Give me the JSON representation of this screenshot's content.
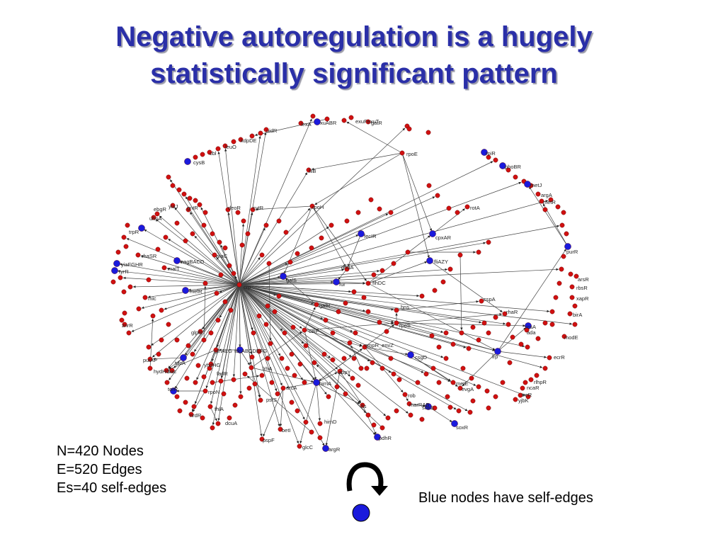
{
  "title": {
    "line1": "Negative autoregulation is a hugely",
    "line2": "statistically significant pattern"
  },
  "stats": {
    "nodes": "N=420 Nodes",
    "edges": "E=520 Edges",
    "self_edges": "Es=40 self-edges"
  },
  "legend": {
    "text": "Blue nodes have self-edges"
  },
  "colors": {
    "title": "#2a2fa8",
    "regular_node": "#d01010",
    "self_edge_node": "#1a1adc",
    "edge": "#444444"
  },
  "network": {
    "labels": [
      "uidR",
      "lexA",
      "xuABR",
      "exuFexuT",
      "gatR",
      "kdpDE",
      "leuO",
      "cbl",
      "cysB",
      "rpoE",
      "fliB",
      "rpiR",
      "phoBR",
      "metJ",
      "argA",
      "metR",
      "purR",
      "arsR",
      "rbsR",
      "xapR",
      "birA",
      "modE",
      "ecrR",
      "rotA",
      "cpxAR",
      "fliAZY",
      "lrp",
      "gntR",
      "deoR",
      "cytR",
      "rpoH",
      "fecIR",
      "dnaA",
      "galS",
      "fur",
      "flhDC",
      "rhaSR",
      "malT",
      "nagBACD",
      "araC",
      "trpR",
      "uhpA",
      "ebgR",
      "yiaJ",
      "tyrR",
      "yiaFGHR",
      "melR",
      "crp",
      "mlc",
      "galR",
      "glpR",
      "hns",
      "cspA",
      "rhaR",
      "rpoS",
      "rcsA",
      "ada",
      "znrR",
      "caiF",
      "ompR_envZ",
      "csgD",
      "putAP",
      "tdcA",
      "hydHG",
      "nac",
      "yhdHG",
      "torR",
      "fadR",
      "nrdR",
      "glnALG",
      "tdcABCDEFG",
      "lrhA",
      "appY",
      "himA",
      "arcA",
      "rpoN",
      "pstS",
      "rob",
      "marRAB",
      "soxS",
      "soxR",
      "metE",
      "evgA",
      "rlhpR",
      "ncaR",
      "treR",
      "yjbK",
      "fis",
      "himD",
      "betI",
      "pspF",
      "glcC",
      "argR",
      "pdhR",
      "fhlA",
      "dcuA"
    ]
  }
}
